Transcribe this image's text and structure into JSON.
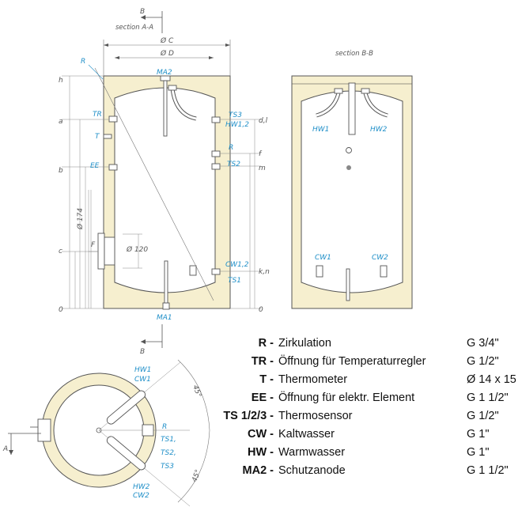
{
  "sections": {
    "section_aa": "section A-A",
    "section_bb": "section B-B",
    "cut_b_top": "B",
    "cut_b_bottom": "B",
    "cut_a_left": "A"
  },
  "dimensions": {
    "c": "Ø C",
    "d": "Ø D",
    "h": "h",
    "a": "a",
    "b": "b",
    "c_level": "c",
    "zero_left": "0",
    "zero_right": "0",
    "d_l": "d,l",
    "f": "f",
    "m": "m",
    "k_n": "k,n",
    "d174": "Ø 174",
    "d120": "Ø 120",
    "flange_f": "F",
    "angle_top": "45°",
    "angle_bottom": "45°"
  },
  "side_labels": {
    "r": "R",
    "ma2": "MA2",
    "tr": "TR",
    "t": "T",
    "ee": "EE",
    "ts3": "TS3",
    "hw1_2": "HW1,2",
    "r_right": "R",
    "ts2": "TS2",
    "cw1_2": "CW1,2",
    "ts1": "TS1",
    "ma1": "MA1"
  },
  "section_b_labels": {
    "hw1": "HW1",
    "hw2": "HW2",
    "cw1": "CW1",
    "cw2": "CW2"
  },
  "top_labels": {
    "hw1": "HW1",
    "cw1": "CW1",
    "r": "R",
    "ts1": "TS1,",
    "ts2": "TS2,",
    "ts3": "TS3",
    "hw2": "HW2",
    "cw2": "CW2"
  },
  "legend": [
    {
      "code": "R -",
      "desc": "Zirkulation",
      "size": "G 3/4\""
    },
    {
      "code": "TR -",
      "desc": "Öffnung für Temperaturregler",
      "size": "G 1/2\""
    },
    {
      "code": "T -",
      "desc": "Thermometer",
      "size": "Ø 14 x 15"
    },
    {
      "code": "EE -",
      "desc": "Öffnung für elektr. Element",
      "size": "G 1 1/2\""
    },
    {
      "code": "TS 1/2/3 -",
      "desc": "Thermosensor",
      "size": "G 1/2\""
    },
    {
      "code": "CW -",
      "desc": "Kaltwasser",
      "size": "G 1\""
    },
    {
      "code": "HW -",
      "desc": "Warmwasser",
      "size": "G 1\""
    },
    {
      "code": "MA2 -",
      "desc": "Schutzanode",
      "size": "G 1 1/2\""
    }
  ],
  "colors": {
    "insulation": "#f6efcf",
    "label_blue": "#1f8fc8",
    "line": "#555555"
  }
}
